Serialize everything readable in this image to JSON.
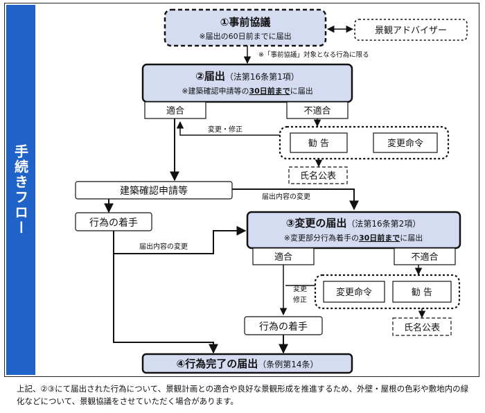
{
  "sidebar": {
    "title": "手続きフロー"
  },
  "step1": {
    "title": "①事前協議",
    "note": "※届出の60日前までに届出"
  },
  "advisor": {
    "label": "景観アドバイザー"
  },
  "step1_condition": "※「事前協議」対象となる行為に限る",
  "step2": {
    "title": "②届出",
    "law": "（法第16条第1項）",
    "note_pre": "※建築確認申請等の",
    "note_em": "30日前まで",
    "note_post": "に届出"
  },
  "outcomes1": {
    "conform": "適合",
    "nonconform": "不適合"
  },
  "change_correction_1": "変更・修正",
  "actions1": {
    "advice": "勧 告",
    "change_order": "変更命令"
  },
  "publish1": "氏名公表",
  "building_confirm": "建築確認申請等",
  "change_notice_content_1": "届出内容の変更",
  "start_work_1": "行為の着手",
  "change_notice_content_2": "届出内容の変更",
  "step3": {
    "title": "③変更の届出",
    "law": "（法第16条第2項）",
    "note_pre": "※変更部分行為着手の",
    "note_em": "30日前まで",
    "note_post": "に届出"
  },
  "outcomes2": {
    "conform": "適合",
    "nonconform": "不適合"
  },
  "change_correction_2": {
    "line1": "変更",
    "line2": "修正"
  },
  "actions2": {
    "change_order": "変更命令",
    "advice": "勧 告"
  },
  "publish2": "氏名公表",
  "start_work_2": "行為の着手",
  "step4": {
    "title": "④行為完了の届出",
    "law": "（条例第14条）"
  },
  "footnote": "上記、②③にて届出された行為について、景観計画との適合や良好な景観形成を推進するため、外壁・屋根の色彩や敷地内の緑化などについて、景観協議をさせていただく場合があります。",
  "colors": {
    "sidebar": "#1f63c8",
    "step_box": "#d5dcf1",
    "border": "#111111"
  }
}
